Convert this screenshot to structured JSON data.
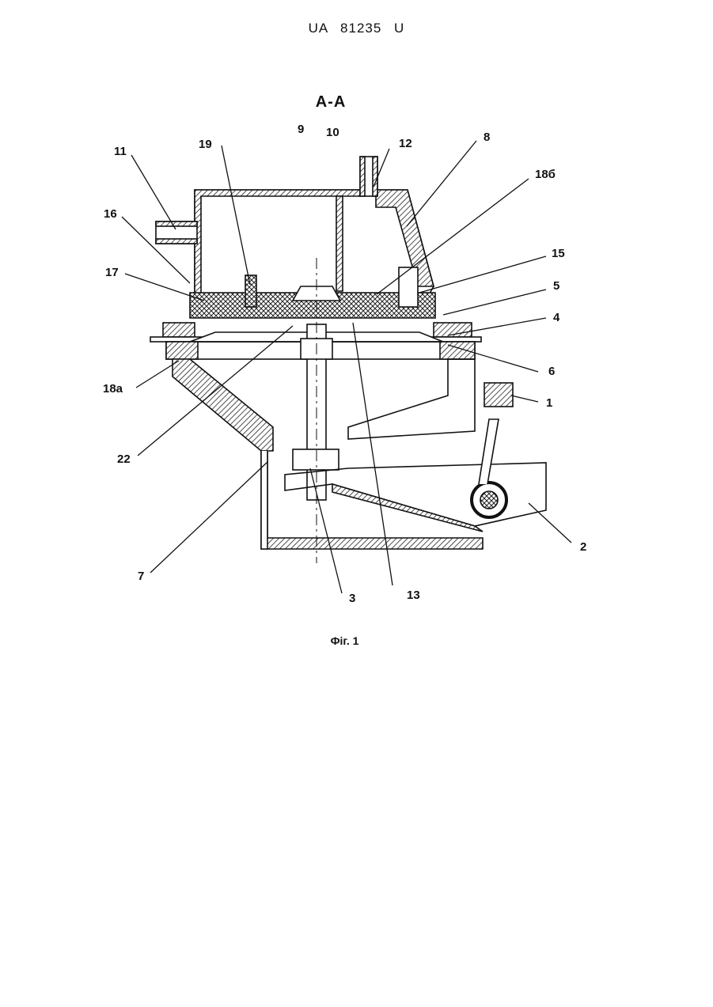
{
  "document": {
    "header": "UA 81235 U",
    "section_title": "A-A",
    "figure_caption": "Фіг. 1"
  },
  "labels": [
    {
      "id": "1",
      "text": "1"
    },
    {
      "id": "2",
      "text": "2"
    },
    {
      "id": "3",
      "text": "3"
    },
    {
      "id": "4",
      "text": "4"
    },
    {
      "id": "5",
      "text": "5"
    },
    {
      "id": "6",
      "text": "6"
    },
    {
      "id": "7",
      "text": "7"
    },
    {
      "id": "8",
      "text": "8"
    },
    {
      "id": "9",
      "text": "9"
    },
    {
      "id": "10",
      "text": "10"
    },
    {
      "id": "11",
      "text": "11"
    },
    {
      "id": "12",
      "text": "12"
    },
    {
      "id": "13",
      "text": "13"
    },
    {
      "id": "15",
      "text": "15"
    },
    {
      "id": "16",
      "text": "16"
    },
    {
      "id": "17",
      "text": "17"
    },
    {
      "id": "18a",
      "text": "18a"
    },
    {
      "id": "18b",
      "text": "18б"
    },
    {
      "id": "19",
      "text": "19"
    },
    {
      "id": "22",
      "text": "22"
    }
  ]
}
